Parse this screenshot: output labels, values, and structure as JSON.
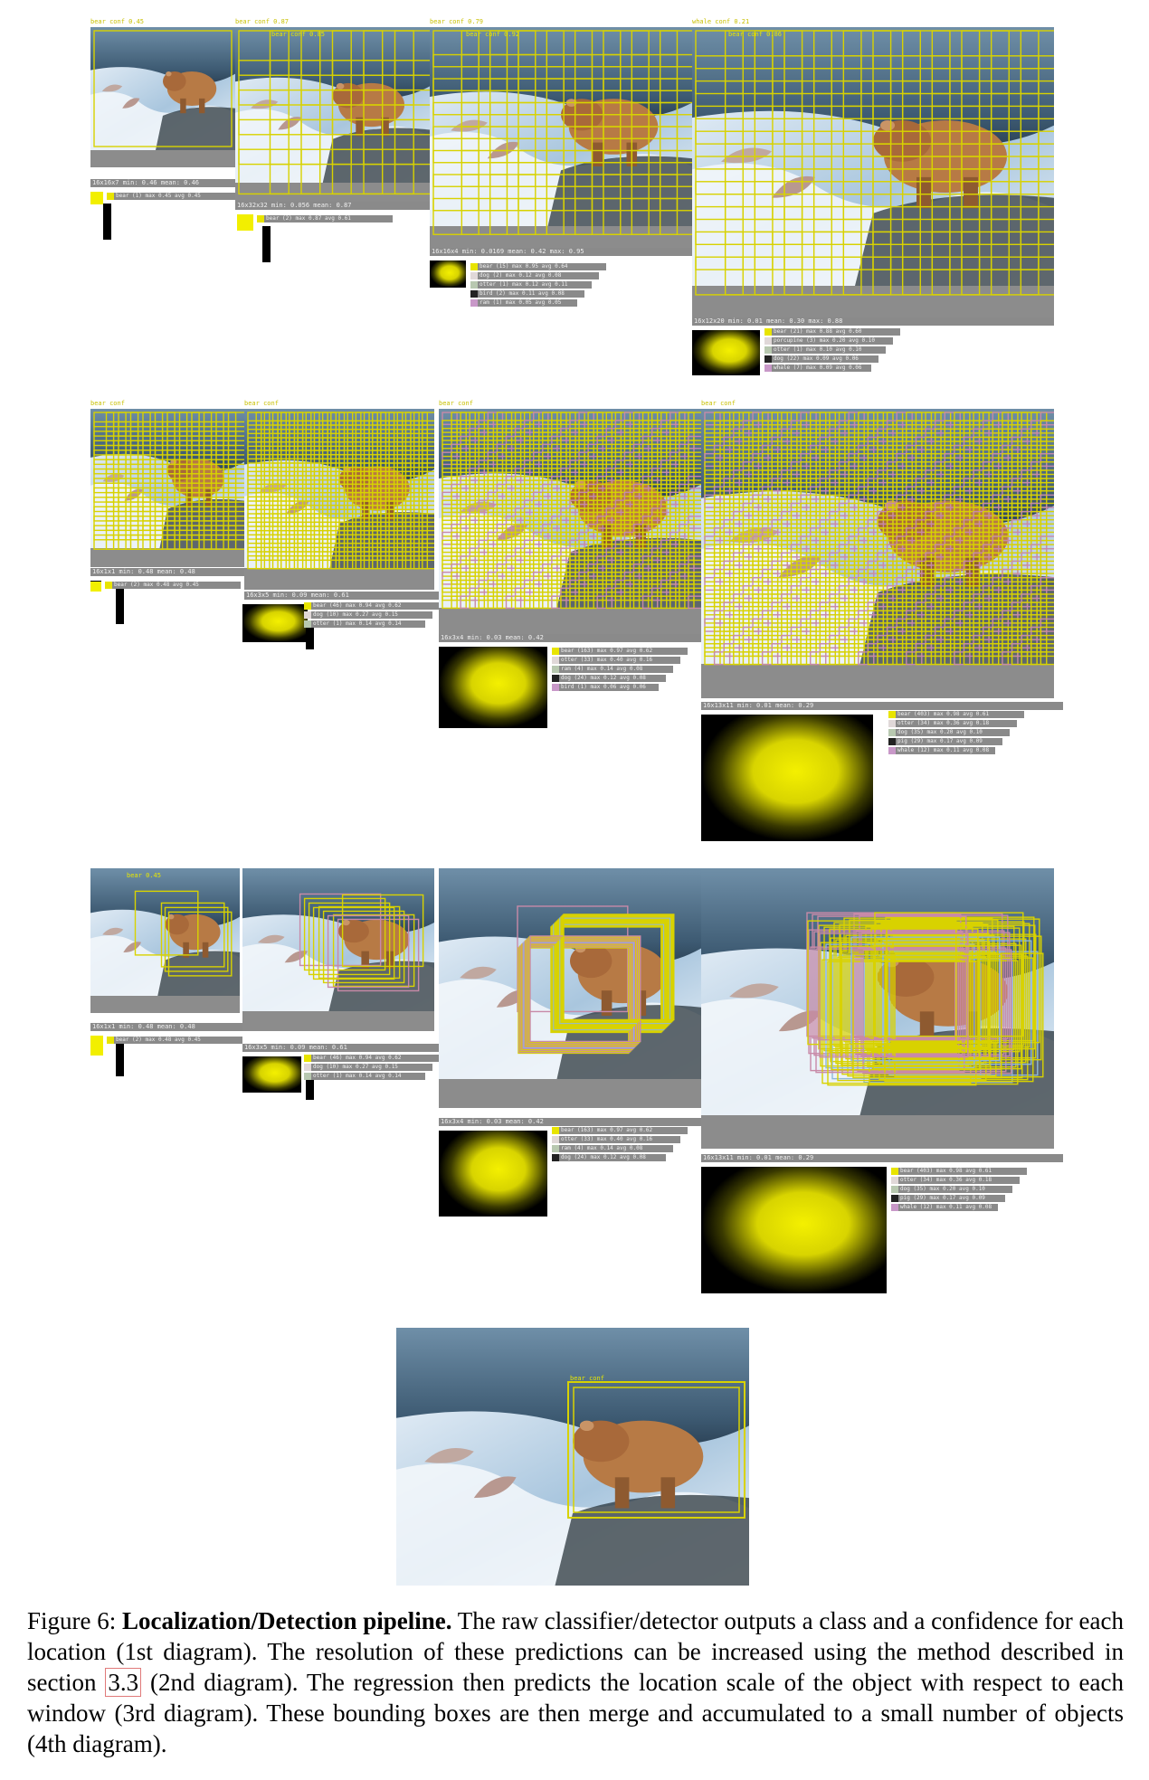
{
  "figure": {
    "caption_label": "Figure 6:",
    "caption_title": "Localization/Detection pipeline.",
    "caption_before_ref": "The raw classifier/detector outputs a class and a confidence for each location (1st diagram). The resolution of these predictions can be increased using the method described in section",
    "caption_ref": "3.3",
    "caption_after_ref": "(2nd diagram). The regression then predicts the location scale of the object with respect to each window (3rd diagram). These bounding boxes are then merge and accumulated to a small number of objects (4th diagram)."
  },
  "rows": [
    {
      "panels": [
        {
          "top_label": "bear conf 0.45",
          "box_label": "",
          "stat": "16x16x7 min: 0.46  mean: 0.46",
          "legend": [
            "bear (1) max 0.45 avg 0.45"
          ]
        },
        {
          "top_label": "bear conf 0.87",
          "box_label": "bear conf 0.85",
          "stat": "16x32x32 min: 0.056 mean: 0.87",
          "legend": [
            "bear (2) max 0.87 avg 0.61"
          ]
        },
        {
          "top_label": "bear conf 0.79",
          "box_label": "bear conf 0.92",
          "stat": "16x16x4 min: 0.0169 mean: 0.42 max: 0.95",
          "legend": [
            "bear (15) max 0.95 avg 0.64",
            "dog (2) max 0.12 avg 0.08",
            "otter (1) max 0.12 avg 0.11",
            "bird (2) max 0.11 avg 0.08",
            "ram (1) max 0.05 avg 0.05"
          ]
        },
        {
          "top_label": "whale conf 0.21",
          "box_label": "bear conf 0.86",
          "stat": "16x12x20 min: 0.01 mean: 0.30 max: 0.88",
          "legend": [
            "bear (21) max 0.88 avg 0.60",
            "porcupine (3) max 0.20 avg 0.10",
            "otter (1) max 0.10 avg 0.10",
            "dog (22) max 0.09 avg 0.06",
            "whale (7) max 0.09 avg 0.06"
          ]
        }
      ]
    },
    {
      "panels": [
        {
          "top_label": "bear conf",
          "box_label": "",
          "stat": "16x1x1 min: 0.48 mean: 0.48",
          "legend": [
            "bear (2) max 0.48 avg 0.45"
          ]
        },
        {
          "top_label": "bear conf",
          "box_label": "",
          "stat": "16x3x5 min: 0.09 mean: 0.61",
          "legend": [
            "bear (46) max 0.94 avg 0.62",
            "dog (10) max 0.27 avg 0.15",
            "otter (1) max 0.14 avg 0.14"
          ]
        },
        {
          "top_label": "bear conf",
          "box_label": "",
          "stat": "16x3x4 min: 0.03 mean: 0.42",
          "legend": [
            "bear (163) max 0.97 avg 0.62",
            "otter (33) max 0.40 avg 0.16",
            "ram (4) max 0.14 avg 0.08",
            "dog (24) max 0.12 avg 0.08",
            "bird (1) max 0.06 avg 0.06"
          ]
        },
        {
          "top_label": "bear conf",
          "box_label": "",
          "stat": "16x13x11 min: 0.01 mean: 0.29",
          "legend": [
            "bear (403) max 0.98 avg 0.61",
            "otter (34) max 0.36 avg 0.18",
            "dog (35) max 0.20 avg 0.10",
            "pig (29) max 0.17 avg 0.09",
            "whale (12) max 0.11 avg 0.08"
          ]
        }
      ]
    },
    {
      "panels": [
        {
          "top_label": "",
          "box_label": "bear 0.45",
          "stat": "16x1x1 min: 0.48 mean: 0.48",
          "legend": [
            "bear (2) max 0.48 avg 0.45"
          ]
        },
        {
          "top_label": "",
          "box_label": "",
          "stat": "16x3x5 min: 0.09 mean: 0.61",
          "legend": [
            "bear (46) max 0.94 avg 0.62",
            "dog (10) max 0.27 avg 0.15",
            "otter (1) max 0.14 avg 0.14"
          ]
        },
        {
          "top_label": "",
          "box_label": "",
          "stat": "16x3x4 min: 0.03 mean: 0.42",
          "legend": [
            "bear (163) max 0.97 avg 0.62",
            "otter (33) max 0.40 avg 0.16",
            "ram (4) max 0.14 avg 0.08",
            "dog (24) max 0.12 avg 0.08"
          ]
        },
        {
          "top_label": "",
          "box_label": "",
          "stat": "16x13x11 min: 0.01 mean: 0.29",
          "legend": [
            "bear (403) max 0.98 avg 0.61",
            "otter (34) max 0.36 avg 0.18",
            "dog (35) max 0.20 avg 0.10",
            "pig (29) max 0.17 avg 0.09",
            "whale (12) max 0.11 avg 0.08"
          ]
        }
      ]
    }
  ],
  "final": {
    "box_label": "bear conf"
  },
  "colors": {
    "box_yellow": "#d8d200",
    "box_pink": "#c88aa8",
    "box_blue": "#8fb8d8",
    "gray_band": "#8c8c8c",
    "heat_yellow": "#f2ef00"
  }
}
